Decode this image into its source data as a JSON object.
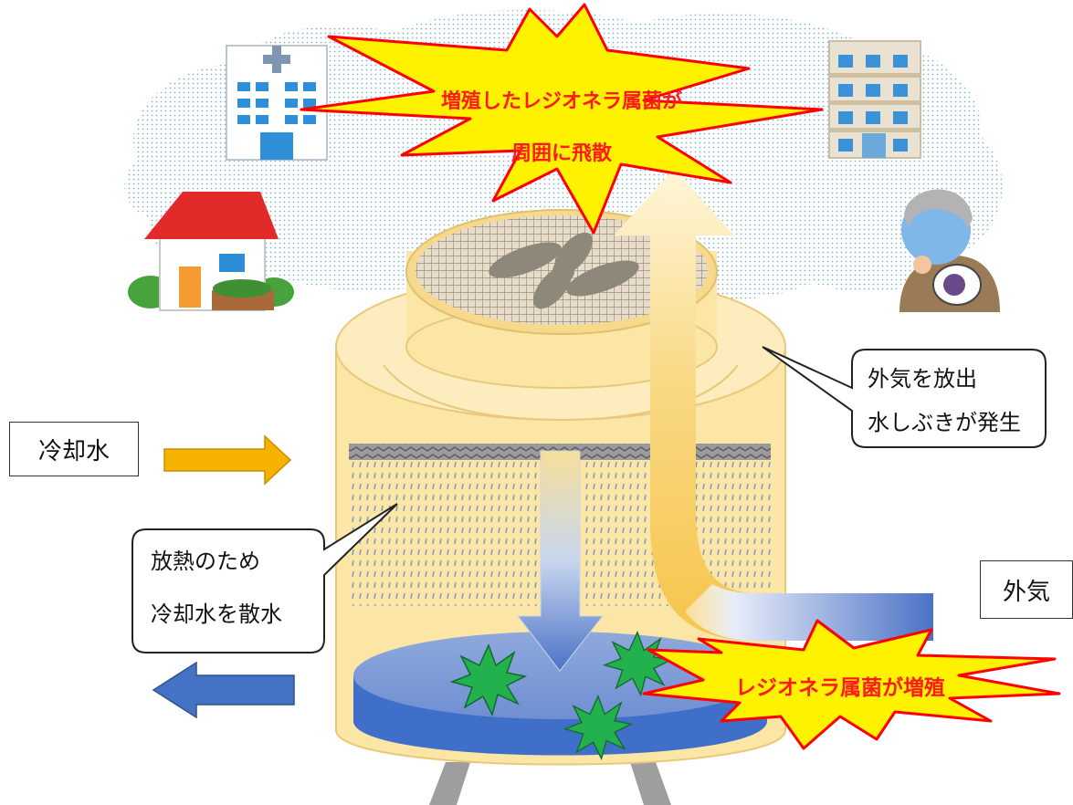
{
  "top_burst": {
    "line1": "増殖したレジオネラ属菌が",
    "line2": "周囲に飛散"
  },
  "bottom_burst": {
    "text": "レジオネラ属菌が増殖"
  },
  "callout_exhaust": {
    "line1": "外気を放出",
    "line2": "水しぶきが発生"
  },
  "callout_spray": {
    "line1": "放熱のため",
    "line2": "冷却水を散水"
  },
  "inlet_label": "冷却水",
  "outside_air_label": "外気",
  "colors": {
    "burst_fill": "#fff200",
    "burst_stroke": "#ff0000",
    "burst_text": "#ff1a1a",
    "tower_body": "#fbe6a6",
    "water": "#3f6fc9",
    "cooling_arrow": "#f5b300",
    "outlet_arrow": "#4472c4",
    "bacteria": "#22b14c"
  }
}
